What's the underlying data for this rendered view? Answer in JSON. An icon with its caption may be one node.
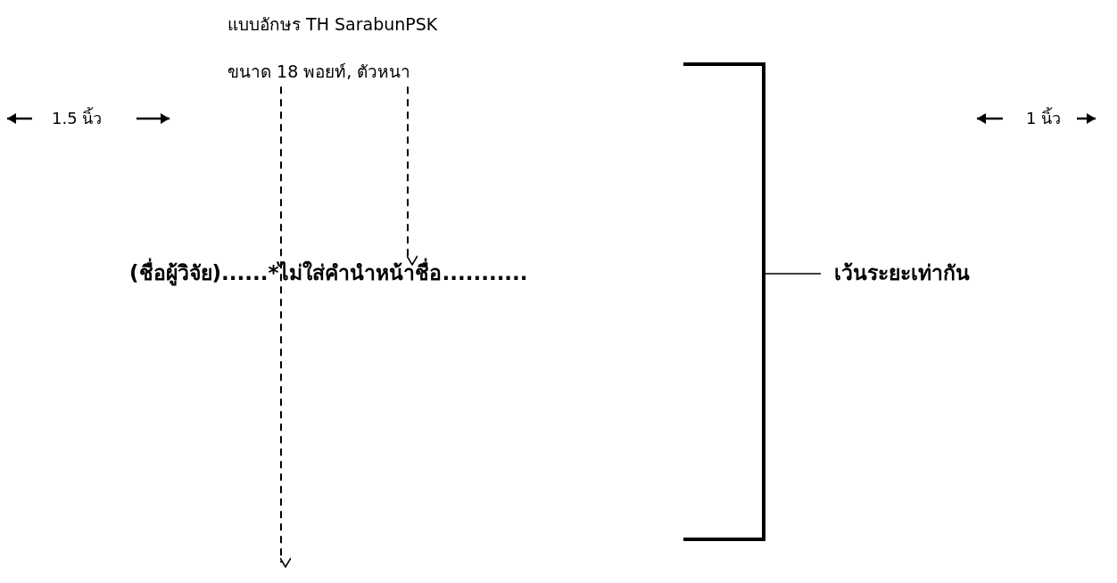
{
  "diagram": {
    "nodes": [
      {
        "text": [
          "แบบอักษร TH SarabunPSK",
          "ขนาด 18 พอยท์, ตัวหนา"
        ]
      },
      {
        "text": [
          "(ชื่อผู้วิจัย)......*ไม่ใส่คำนำหน้าชื่อ..........."
        ]
      }
    ],
    "edges": [
      {
        "from": 0,
        "to": null,
        "arrow": "to",
        "style": "dashed"
      },
      {
        "from": 0,
        "to": 1,
        "arrow": "to",
        "style": "dashed"
      }
    ],
    "labels": [
      "1.5 นิ้ว",
      "1 นิ้ว",
      "เว้นระยะเท่ากัน"
    ]
  }
}
